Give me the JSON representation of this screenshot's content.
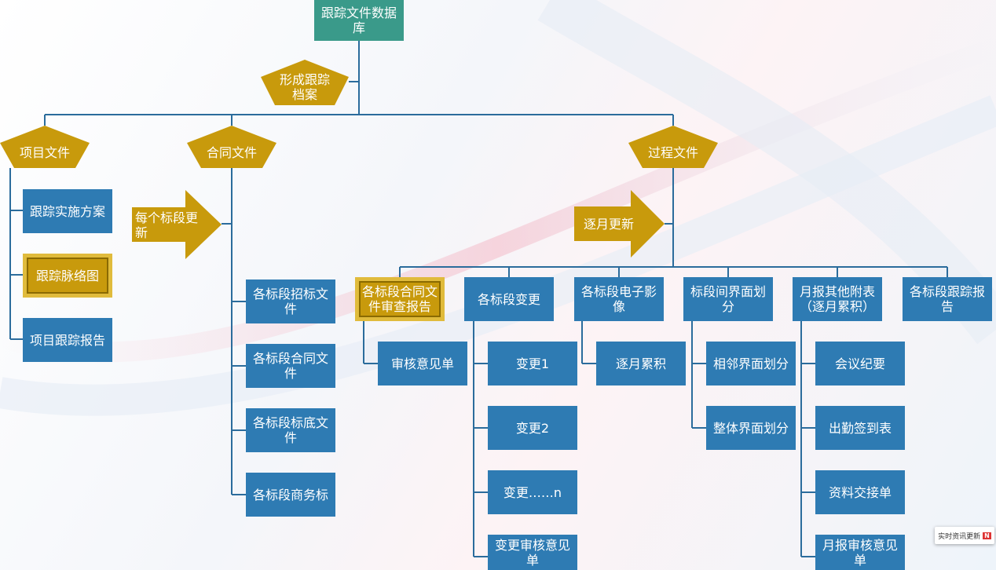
{
  "root": "跟踪文件数据库",
  "level1_label": "形成跟踪档案",
  "categories": {
    "project": "项目文件",
    "contract": "合同文件",
    "process": "过程文件"
  },
  "project_items": [
    "跟踪实施方案",
    "跟踪脉络图",
    "项目跟踪报告"
  ],
  "contract_arrow": "每个标段更新",
  "contract_items": [
    "各标段招标文件",
    "各标段合同文件",
    "各标段标底文件",
    "各标段商务标"
  ],
  "process_arrow": "逐月更新",
  "process_items": [
    "各标段合同文件审查报告",
    "各标段变更",
    "各标段电子影像",
    "标段间界面划分",
    "月报其他附表（逐月累积）",
    "各标段跟踪报告"
  ],
  "review_children": [
    "审核意见单"
  ],
  "change_children": [
    "变更1",
    "变更2",
    "变更……n",
    "变更审核意见单"
  ],
  "image_children": [
    "逐月累积"
  ],
  "interface_children": [
    "相邻界面划分",
    "整体界面划分"
  ],
  "monthly_children": [
    "会议纪要",
    "出勤签到表",
    "资料交接单",
    "月报审核意见单"
  ],
  "badge": {
    "text": "实时资讯更新",
    "mark": "N"
  },
  "colors": {
    "box": "#2e7bb3",
    "root": "#3a9a8a",
    "gold": "#c89a0c",
    "line": "#2b6c9c"
  }
}
